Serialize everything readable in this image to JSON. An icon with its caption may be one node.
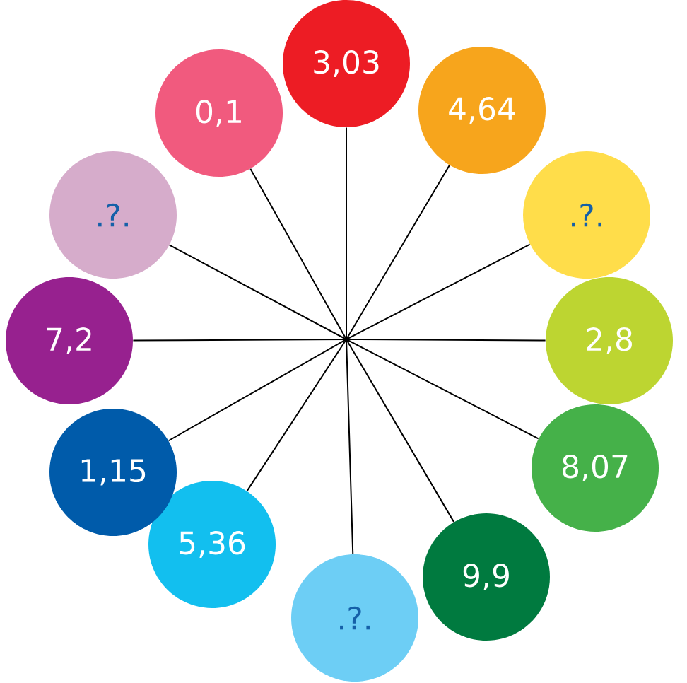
{
  "diagram": {
    "nodes": [
      {
        "text": [
          "3,03"
        ]
      },
      {
        "text": [
          "4,64"
        ]
      },
      {
        "text": [
          ".?."
        ]
      },
      {
        "text": [
          "2,8"
        ]
      },
      {
        "text": [
          "8,07"
        ]
      },
      {
        "text": [
          "9,9"
        ]
      },
      {
        "text": [
          ".?."
        ]
      },
      {
        "text": [
          "5,36"
        ]
      },
      {
        "text": [
          "1,15"
        ]
      },
      {
        "text": [
          "7,2"
        ]
      },
      {
        "text": [
          ".?."
        ]
      },
      {
        "text": [
          "0,1"
        ]
      }
    ],
    "edges": [
      {
        "from": 0,
        "to": 6,
        "arrow": "none"
      },
      {
        "from": 1,
        "to": 7,
        "arrow": "none"
      },
      {
        "from": 2,
        "to": 8,
        "arrow": "none"
      },
      {
        "from": 3,
        "to": 9,
        "arrow": "none"
      },
      {
        "from": 4,
        "to": 10,
        "arrow": "none"
      },
      {
        "from": 5,
        "to": 11,
        "arrow": "none"
      }
    ]
  }
}
